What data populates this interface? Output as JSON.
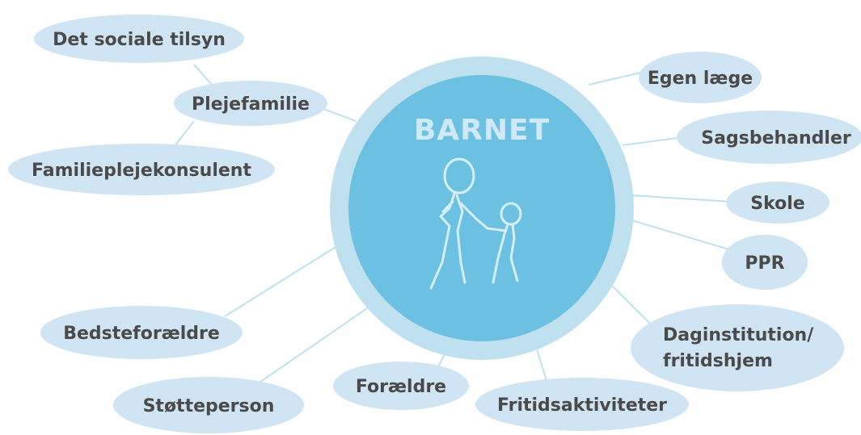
{
  "center": {
    "title": "BARNET"
  },
  "nodes": {
    "det_sociale_tilsyn": "Det sociale tilsyn",
    "plejefamilie": "Plejefamilie",
    "familieplejekonsulent": "Familieplejekonsulent",
    "bedsteforaeldre": "Bedsteforældre",
    "stoetteperson": "Støtteperson",
    "foraeldre": "Forældre",
    "fritidsaktiviteter": "Fritidsaktiviteter",
    "daginstitution_line1": "Daginstitution/",
    "daginstitution_line2": "fritidshjem",
    "ppr": "PPR",
    "skole": "Skole",
    "sagsbehandler": "Sagsbehandler",
    "egen_laege": "Egen læge"
  },
  "colors": {
    "outer_ring": "#bfe1ef",
    "inner_circle": "#6cc0e2",
    "bubble": "#cfe5f3",
    "label": "#4a4a4a"
  }
}
